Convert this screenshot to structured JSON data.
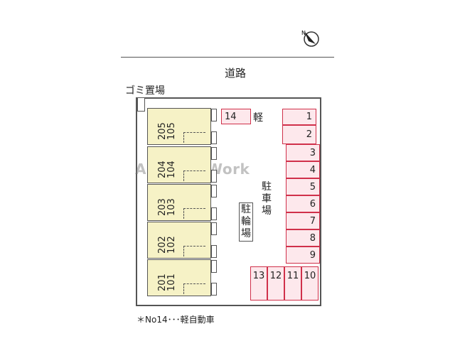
{
  "road": {
    "label": "道路"
  },
  "garbage": {
    "label": "ゴミ置場"
  },
  "units": [
    {
      "upper": "205",
      "lower": "105"
    },
    {
      "upper": "204",
      "lower": "104"
    },
    {
      "upper": "203",
      "lower": "103"
    },
    {
      "upper": "202",
      "lower": "102"
    },
    {
      "upper": "201",
      "lower": "101"
    }
  ],
  "parking": {
    "kei_spot": "14",
    "kei_label": "軽",
    "right_column": [
      "1",
      "2",
      "3",
      "4",
      "5",
      "6",
      "7",
      "8",
      "9"
    ],
    "bottom_row": [
      "13",
      "12",
      "11",
      "10"
    ],
    "area_label": [
      "駐",
      "車",
      "場"
    ]
  },
  "bicycle_parking": {
    "label": [
      "駐",
      "輪",
      "場"
    ]
  },
  "watermark": "Able NetWork",
  "note": "＊No14･･･軽自動車",
  "compass": {
    "icon": "north-arrow-icon",
    "letter": "N"
  },
  "colors": {
    "unit_fill": "#f6f2c6",
    "parking_fill": "#fde8ec",
    "parking_border": "#d0304a"
  }
}
